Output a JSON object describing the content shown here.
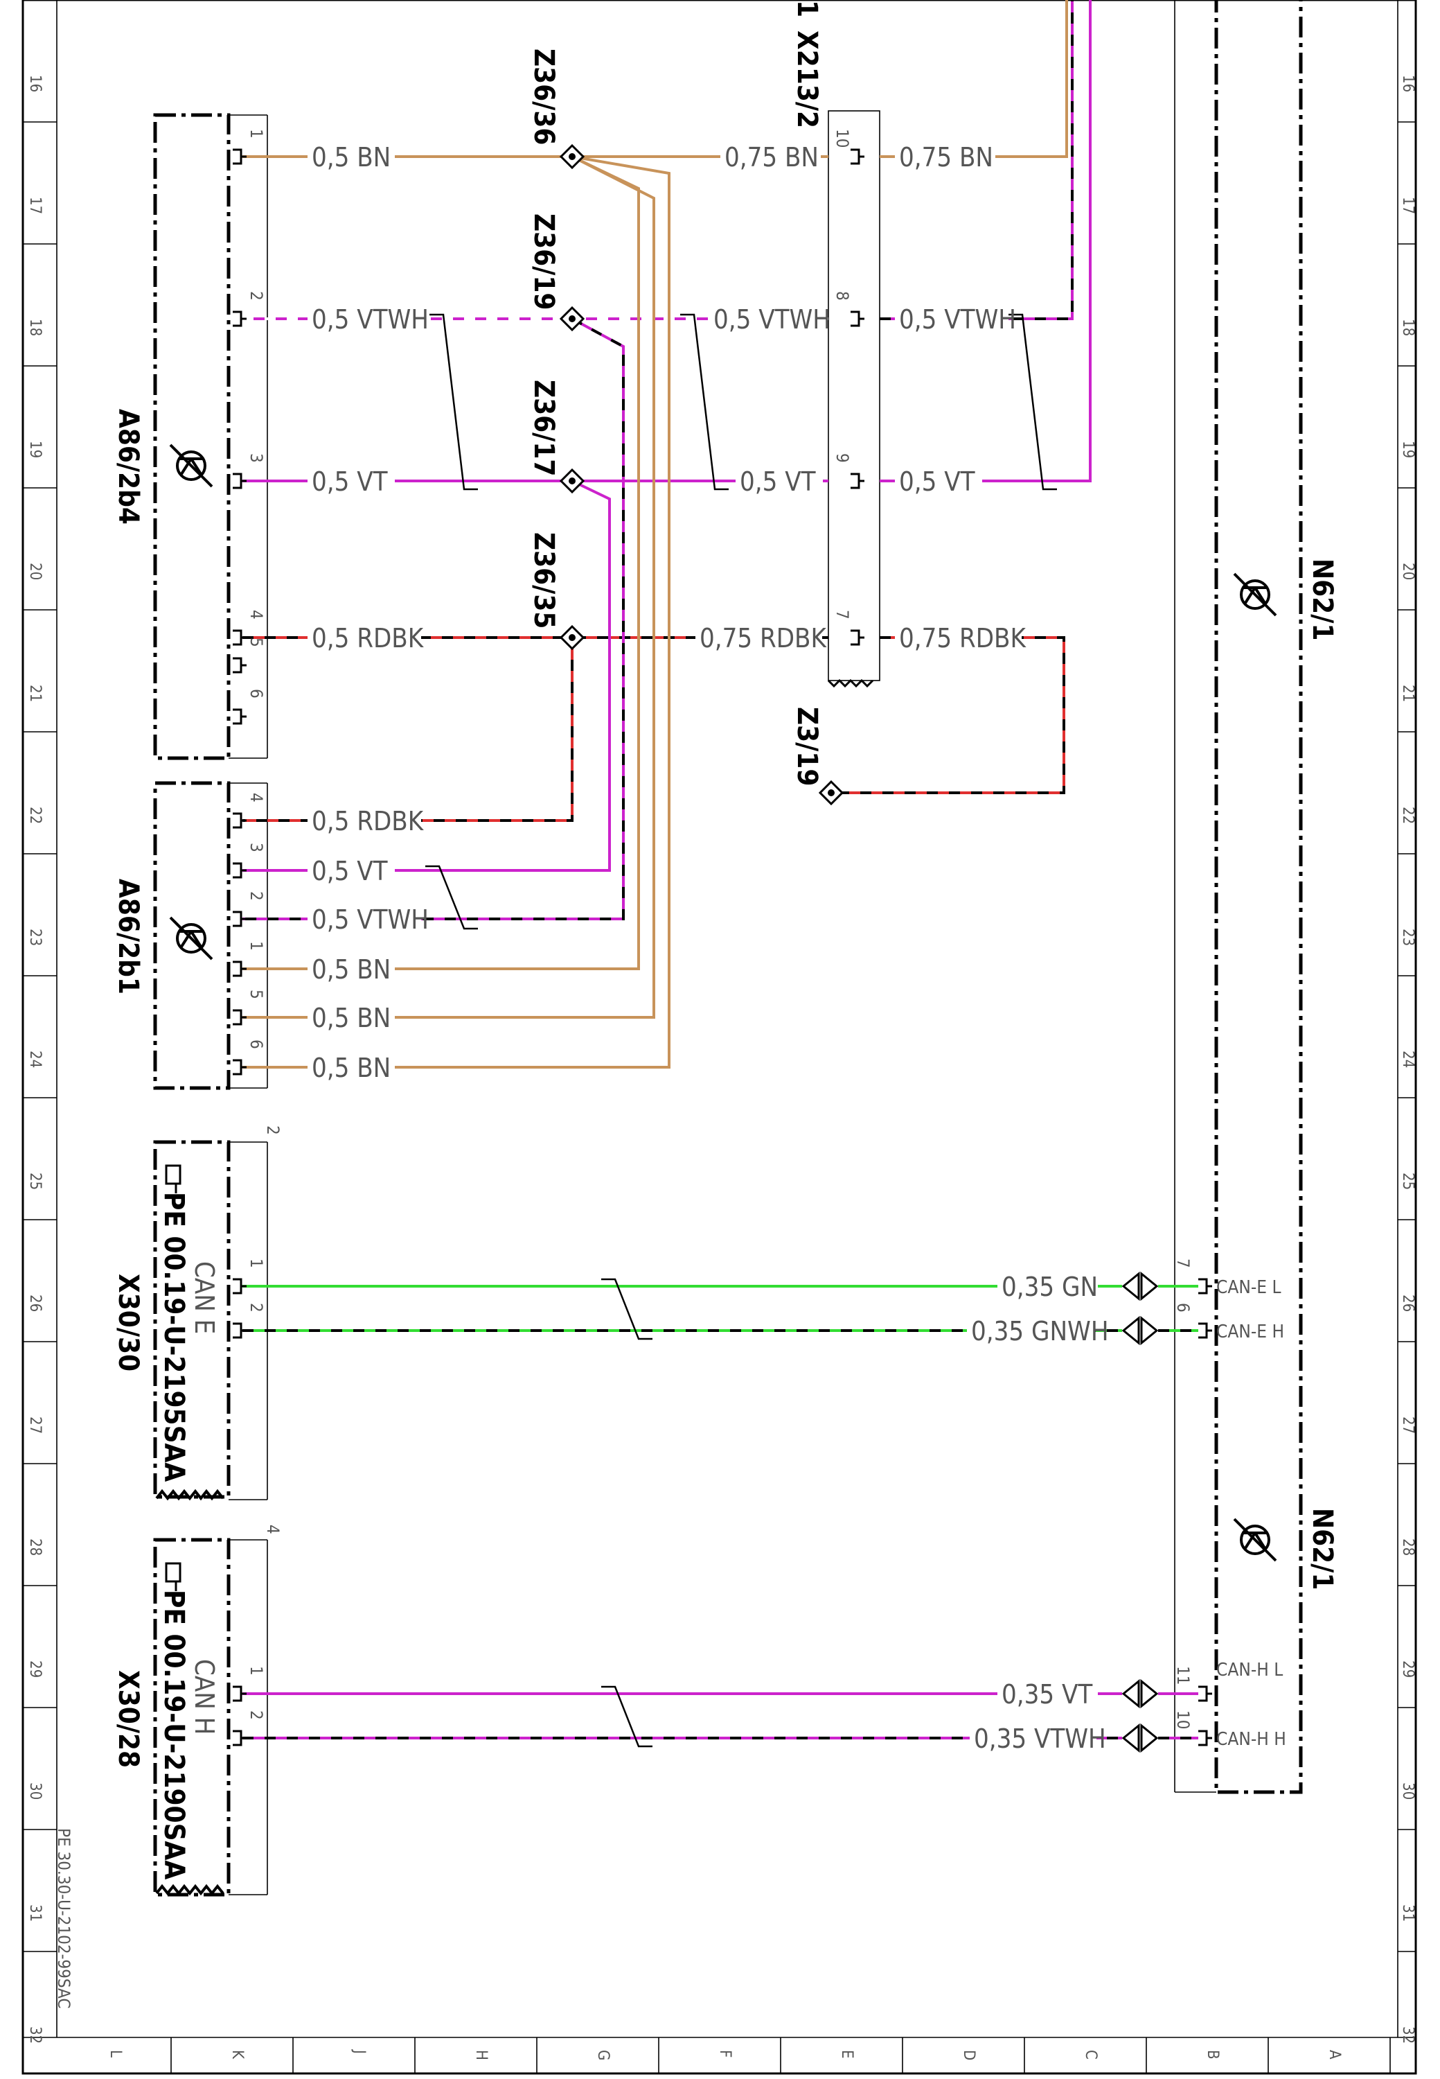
{
  "colors": {
    "BN": "#c8935a",
    "VT": "#cc22cc",
    "RD": "#e03030",
    "GN": "#33dd33",
    "BK": "#000000",
    "WH": "#ffffff"
  },
  "grid": {
    "rows": [
      "16",
      "17",
      "18",
      "19",
      "20",
      "21",
      "22",
      "23",
      "24",
      "25",
      "26",
      "27",
      "28",
      "29",
      "30",
      "31",
      "32"
    ],
    "cols": [
      "L",
      "K",
      "J",
      "H",
      "G",
      "F",
      "E",
      "D",
      "C",
      "B",
      "A"
    ]
  },
  "components": {
    "a86_2b4": "A86/2b4",
    "a86_2b1": "A86/2b1",
    "x30_30": "X30/30",
    "x30_28": "X30/28",
    "x30_30_ref": "PE 00.19-U-2195SAA",
    "x30_28_ref": "PE 00.19-U-2190SAA",
    "x30_30_can": "CAN E",
    "x30_28_can": "CAN H",
    "x30_30_num": "2",
    "x30_28_num": "4",
    "x213_2": "X213/2",
    "x213_prefix": "1",
    "n62_1_top": "N62/1",
    "n62_1_bottom": "N62/1",
    "footer_ref": "PE 30.30-U-2102-99SAC"
  },
  "splices": [
    "Z36/36",
    "Z36/19",
    "Z36/17",
    "Z36/35",
    "Z3/19"
  ],
  "pins": {
    "a86_2b4": [
      "1",
      "2",
      "3",
      "4",
      "5",
      "6"
    ],
    "a86_2b1": [
      "4",
      "3",
      "2",
      "1",
      "5",
      "6"
    ],
    "x213_2": [
      "10",
      "8",
      "9",
      "7"
    ],
    "x30_30": [
      "1",
      "2"
    ],
    "x30_28": [
      "1",
      "2"
    ],
    "n62_can_e": [
      "7",
      "6"
    ],
    "n62_can_h": [
      "11",
      "10"
    ]
  },
  "wires": {
    "a_bn": "0,5 BN",
    "a_vtwh": "0,5 VTWH",
    "a_vt": "0,5 VT",
    "a_rdbk": "0,5 RDBK",
    "b_rdbk": "0,5 RDBK",
    "b_vt": "0,5 VT",
    "b_vtwh": "0,5 VTWH",
    "b_bn1": "0,5 BN",
    "b_bn2": "0,5 BN",
    "b_bn3": "0,5 BN",
    "m_bn": "0,75 BN",
    "m_vtwh": "0,5 VTWH",
    "m_vt": "0,5 VT",
    "m_rdbk": "0,75 RDBK",
    "r_bn": "0,75 BN",
    "r_vtwh": "0,5 VTWH",
    "r_vt": "0,5 VT",
    "r_rdbk": "0,75 RDBK",
    "can_e_l": "0,35 GN",
    "can_e_h": "0,35 GNWH",
    "can_h_l": "0,35 VT",
    "can_h_h": "0,35 VTWH"
  },
  "n62_pins": {
    "can_e_l": "CAN-E L",
    "can_e_h": "CAN-E H",
    "can_h_l": "CAN-H L",
    "can_h_h": "CAN-H H"
  }
}
